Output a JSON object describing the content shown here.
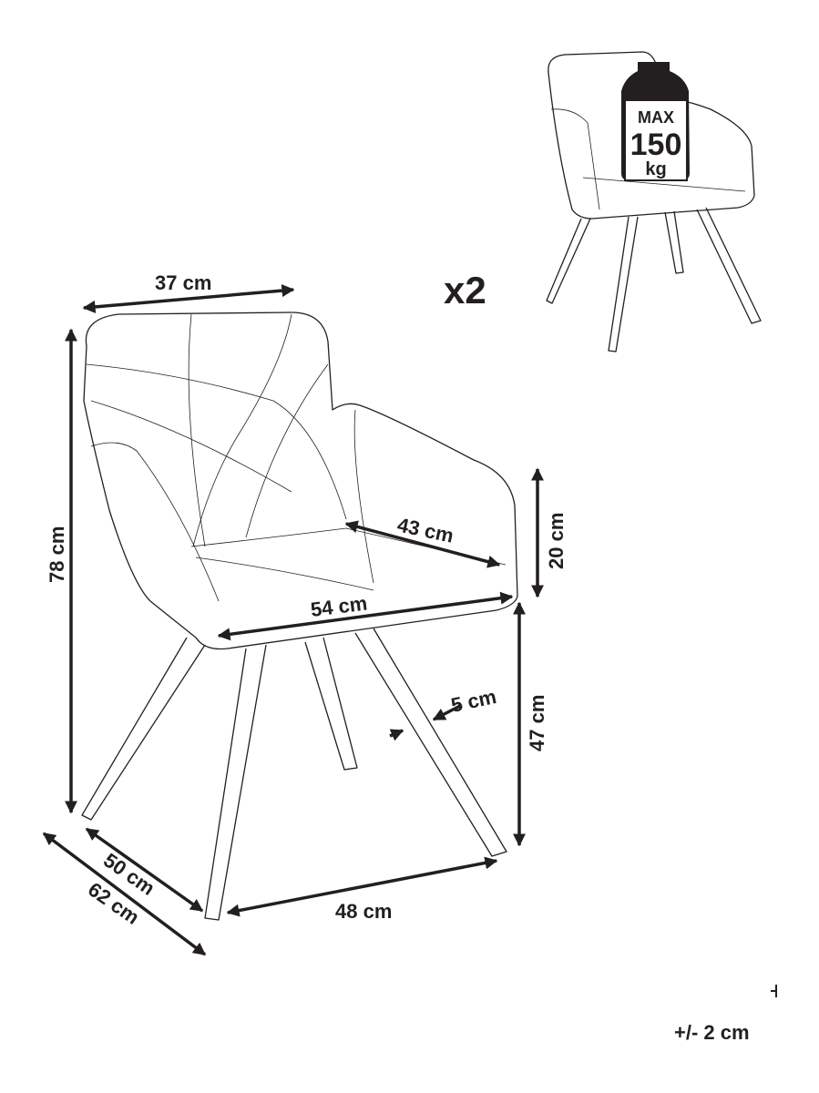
{
  "quantity_label": "x2",
  "max_load": {
    "line1": "MAX",
    "line2": "150",
    "line3": "kg"
  },
  "dimensions": {
    "back_width": "37 cm",
    "total_height": "78 cm",
    "armrest_height": "20 cm",
    "seat_depth": "43 cm",
    "seat_width": "54 cm",
    "seat_height": "47 cm",
    "leg_width": "5 cm",
    "leg_depth_inner": "50 cm",
    "total_depth": "62 cm",
    "leg_span": "48 cm"
  },
  "tolerance": "+/- 2 cm"
}
